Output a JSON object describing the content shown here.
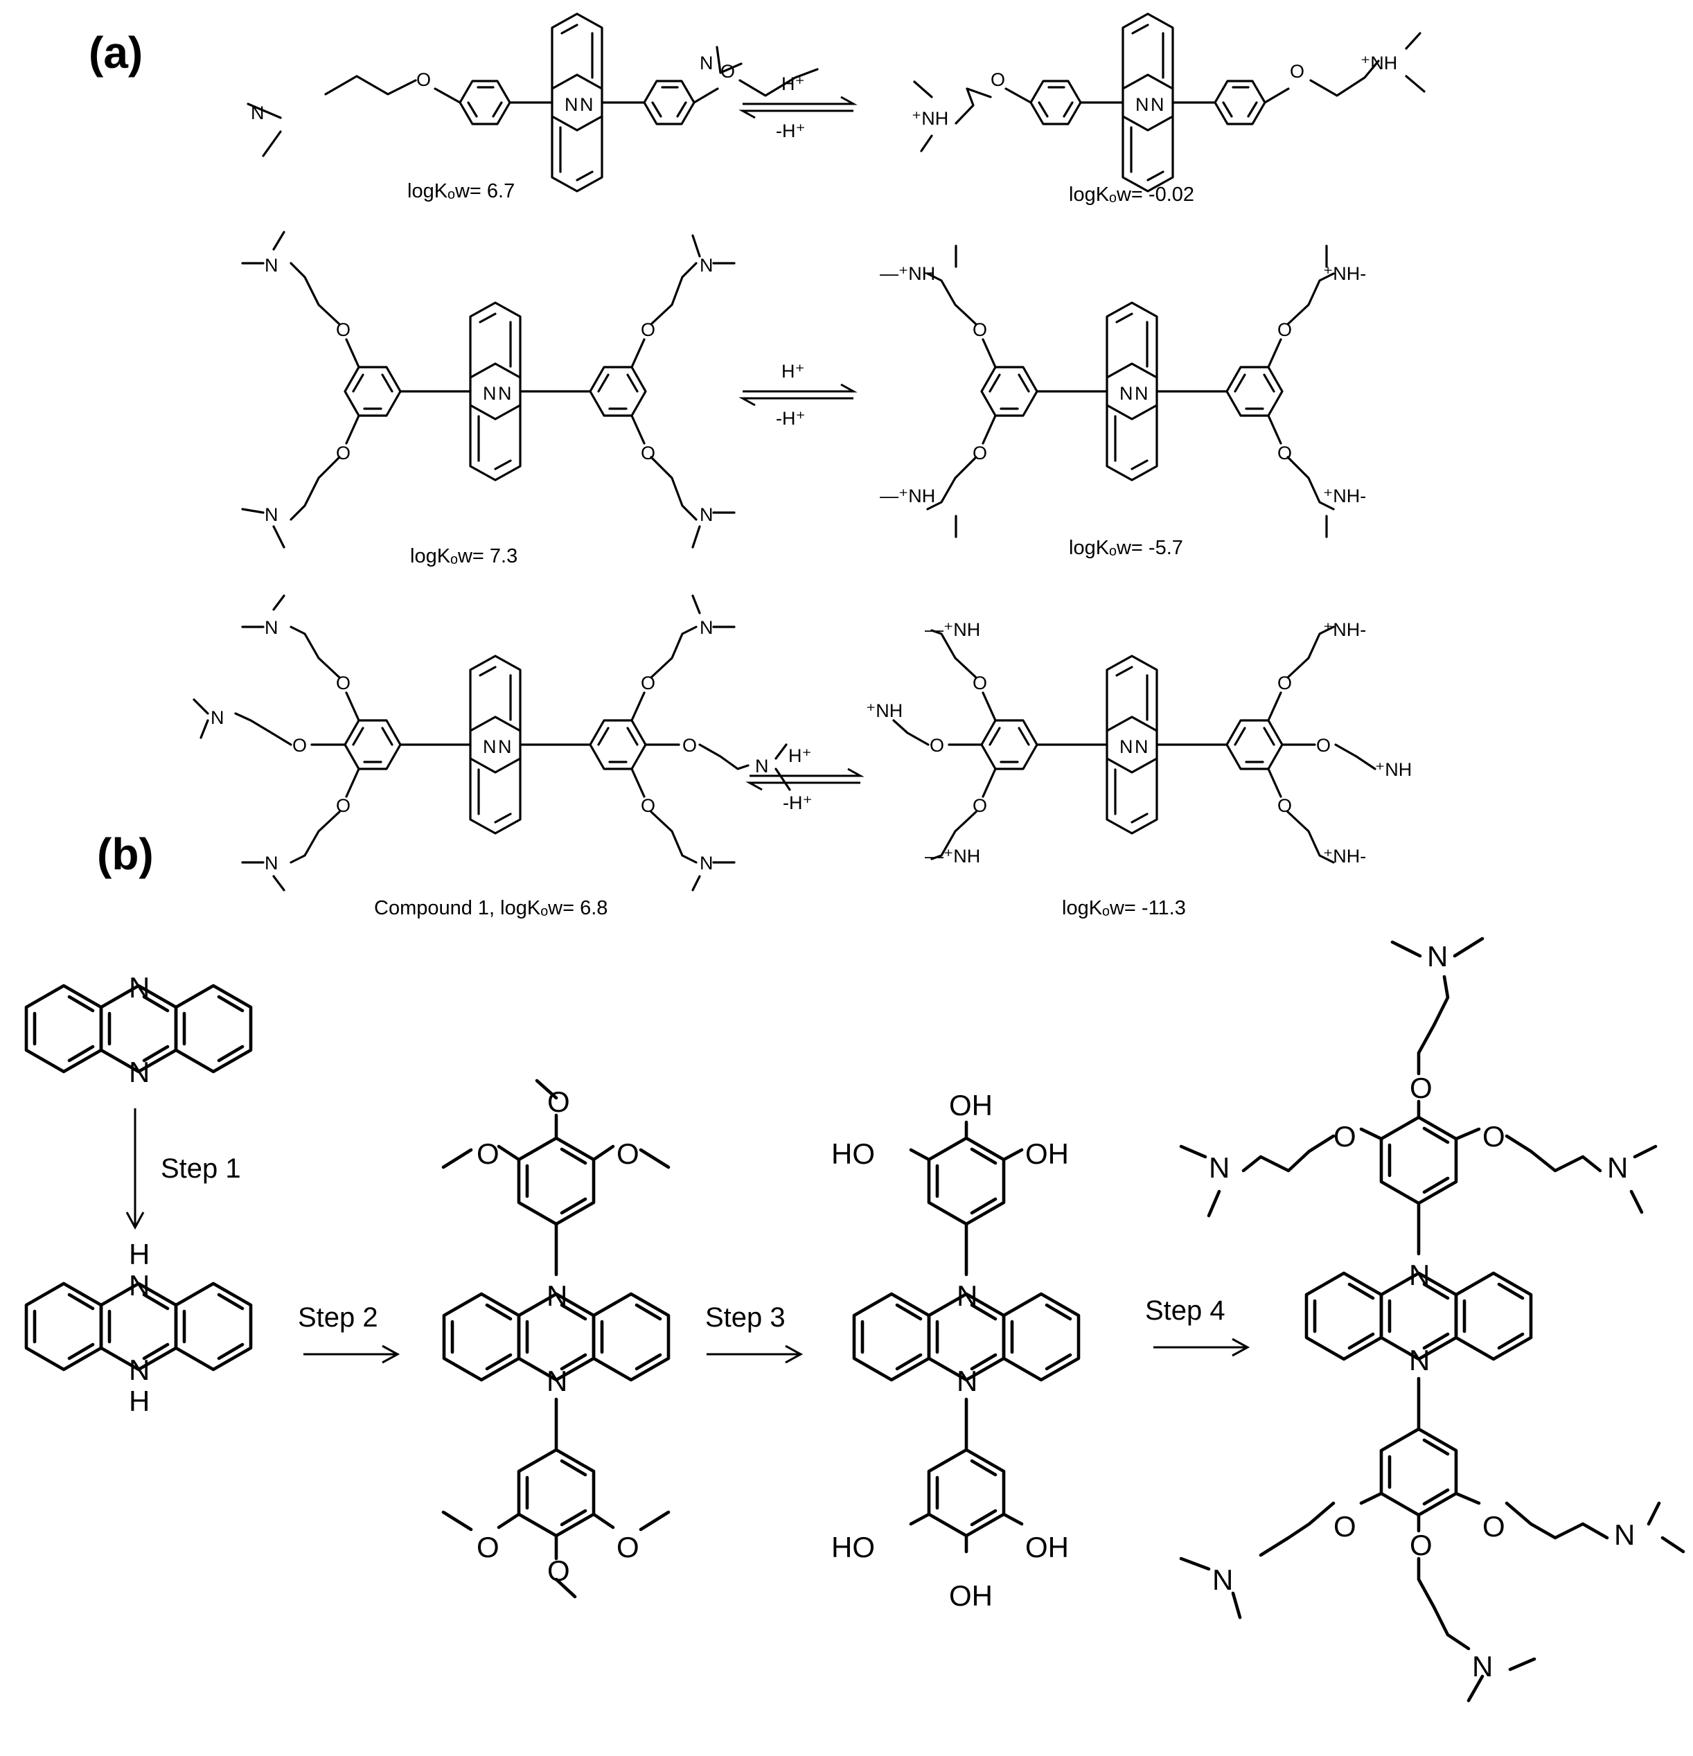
{
  "panels": {
    "a": "(a)",
    "b": "(b)"
  },
  "reagents": {
    "protonate": "H⁺",
    "deprotonate": "-H⁺"
  },
  "panel_a": {
    "row1": {
      "neutral_caption": "logKₒw= 6.7",
      "protonated_caption": "logKₒw= -0.02"
    },
    "row2": {
      "neutral_caption": "logKₒw= 7.3",
      "protonated_caption": "logKₒw= -5.7"
    },
    "row3": {
      "neutral_caption": "Compound 1, logKₒw= 6.8",
      "protonated_caption": "logKₒw= -11.3"
    }
  },
  "panel_b": {
    "steps": [
      "Step 1",
      "Step 2",
      "Step 3",
      "Step 4"
    ]
  },
  "atoms": {
    "N": "N",
    "O": "O",
    "H": "H",
    "OH": "OH",
    "HO": "HO",
    "NH_plus": "⁺NH",
    "NH_plus_dash": "⁺NH-",
    "dash_NH_plus": "—⁺NH"
  }
}
